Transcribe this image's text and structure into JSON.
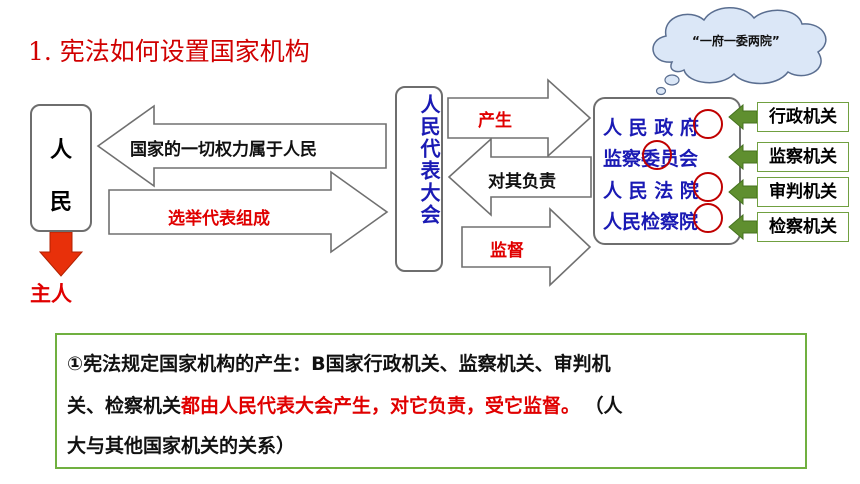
{
  "title": "1. 宪法如何设置国家机构",
  "cloud": {
    "text": "“一府一委两院”"
  },
  "people": {
    "char1": "人",
    "char2": "民",
    "master_label": "主人"
  },
  "arrows": {
    "power": "国家的一切权力属于人民",
    "elect": "选举代表组成",
    "produce": "产生",
    "responsible": "对其负责",
    "supervise": "监督"
  },
  "npc": {
    "label": "人民代表大会"
  },
  "organs": [
    {
      "pre": "人 民 政 ",
      "circled": "府",
      "post": ""
    },
    {
      "pre": "监察",
      "circled": "委",
      "post": "员会"
    },
    {
      "pre": "人 民 法 ",
      "circled": "院",
      "post": ""
    },
    {
      "pre": "人民检察",
      "circled": "院",
      "post": ""
    }
  ],
  "tags": [
    "行政机关",
    "监察机关",
    "审判机关",
    "检察机关"
  ],
  "summary": {
    "line1": "①宪法规定国家机构的产生：B国家行政机关、监察机关、审判机",
    "line2_black": "关、检察机关",
    "line2_red": "都由人民代表大会产生，对它负责，受它监督。",
    "line2_tail": "（人",
    "line3": "大与其他国家机关的关系）"
  },
  "colors": {
    "title_red": "#d00000",
    "organ_blue": "#1a1ab4",
    "tag_green": "#5a8a30",
    "border_green": "#70b040"
  }
}
